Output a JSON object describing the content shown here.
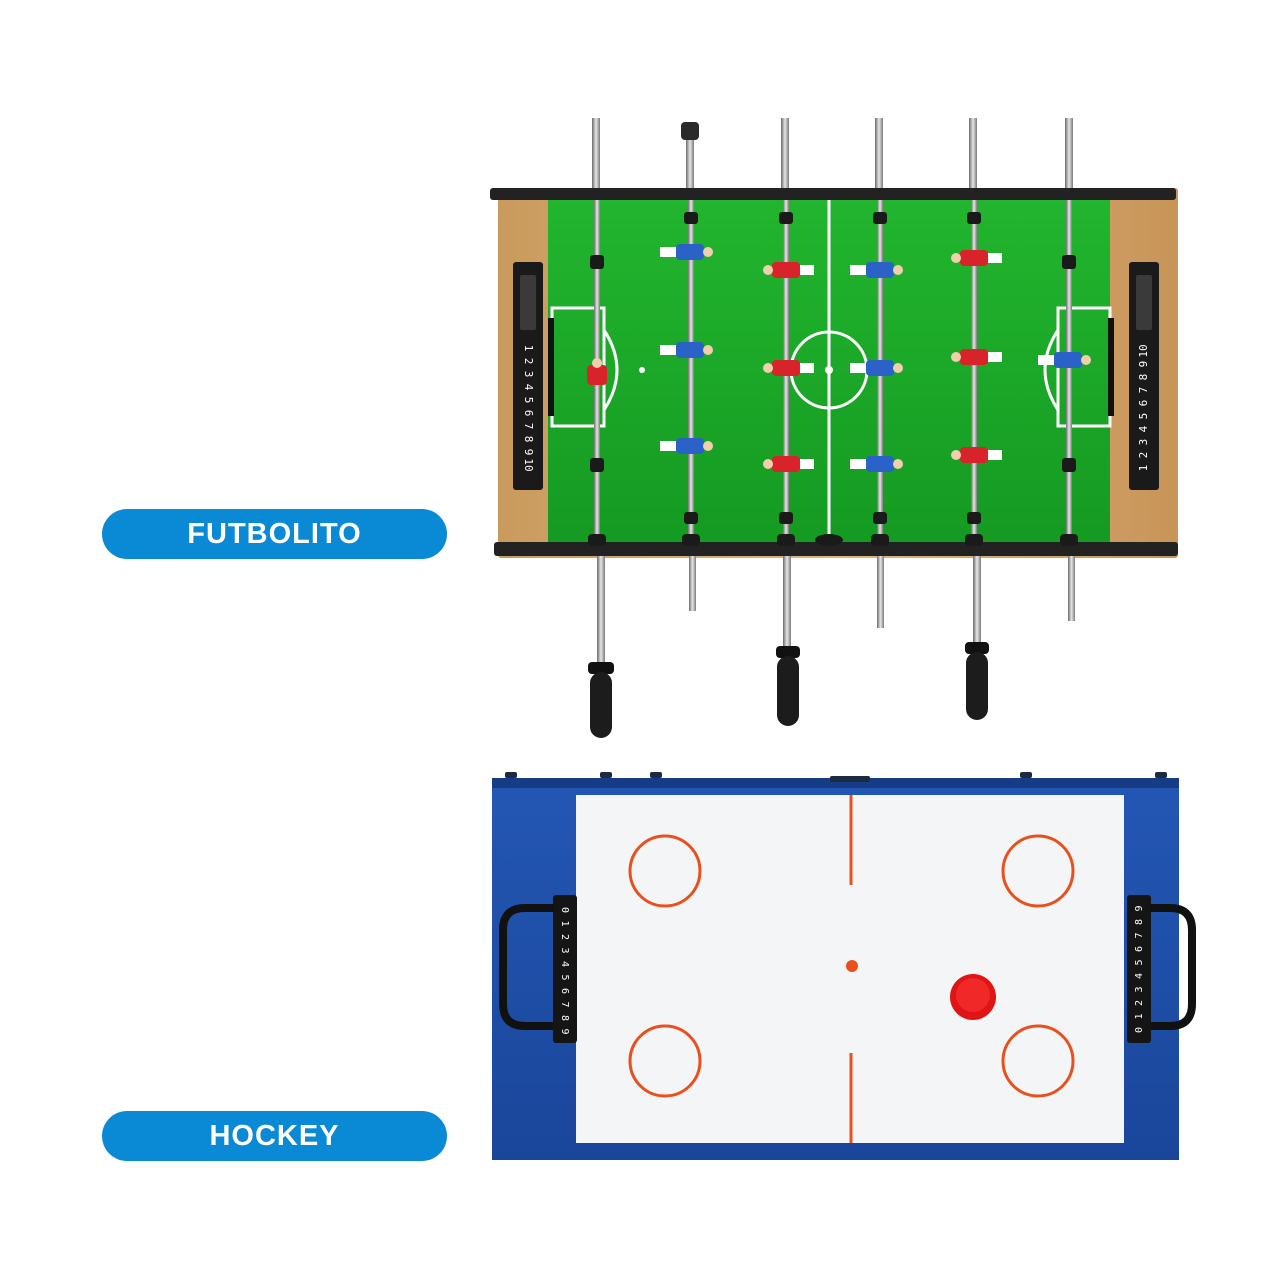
{
  "labels": {
    "foosball": "FUTBOLITO",
    "hockey": "HOCKEY"
  },
  "scoreboard_digits": [
    "1",
    "2",
    "3",
    "4",
    "5",
    "6",
    "7",
    "8",
    "9",
    "10"
  ],
  "hockey_score_digits": [
    "0",
    "1",
    "2",
    "3",
    "4",
    "5",
    "6",
    "7",
    "8",
    "9"
  ],
  "colors": {
    "pill": "#0a8ad4",
    "foosball_field": "#1fa82c",
    "wood": "#d4a86c",
    "hockey_frame": "#1e4fa8",
    "hockey_surface": "#f4f5f7",
    "hockey_lines": "#e8501e",
    "puck": "#e01414",
    "team_red": "#d9232a",
    "team_blue": "#2a62c8"
  },
  "icons": [
    "foosball-table-icon",
    "air-hockey-table-icon",
    "scoreboard-icon",
    "puck-icon"
  ]
}
